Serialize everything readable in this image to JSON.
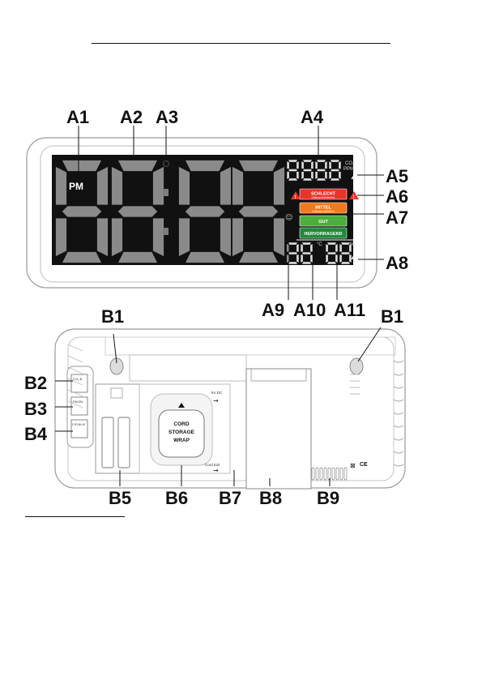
{
  "front_labels": [
    "A1",
    "A2",
    "A3",
    "A4",
    "A5",
    "A6",
    "A7",
    "A8",
    "A9",
    "A10",
    "A11"
  ],
  "back_labels": [
    "B1",
    "B1",
    "B2",
    "B3",
    "B4",
    "B5",
    "B6",
    "B7",
    "B8",
    "B9"
  ],
  "display": {
    "pm": "PM",
    "co2": "CO₂",
    "ppm": "PPM",
    "celsius": "°C",
    "percent": "%",
    "levels": [
      {
        "label": "SCHLECHT",
        "sub": "Lüftung erforderlich",
        "color": "#e8342a"
      },
      {
        "label": "MITTEL",
        "sub": "Lüftung empfohlen",
        "color": "#f07a1c"
      },
      {
        "label": "GUT",
        "sub": "",
        "color": "#4cae3c"
      },
      {
        "label": "HERVORRAGEND",
        "sub": "",
        "color": "#1f8a3a"
      }
    ],
    "warning_color": "#e8342a"
  },
  "back": {
    "cord_storage": [
      "CORD",
      "STORAGE",
      "WRAP"
    ],
    "dc_label": "5V DC",
    "cord_exit": "Cord Exit",
    "switches": [
      "CO₂ B",
      "PA/ON",
      "C/F/ALM"
    ]
  }
}
